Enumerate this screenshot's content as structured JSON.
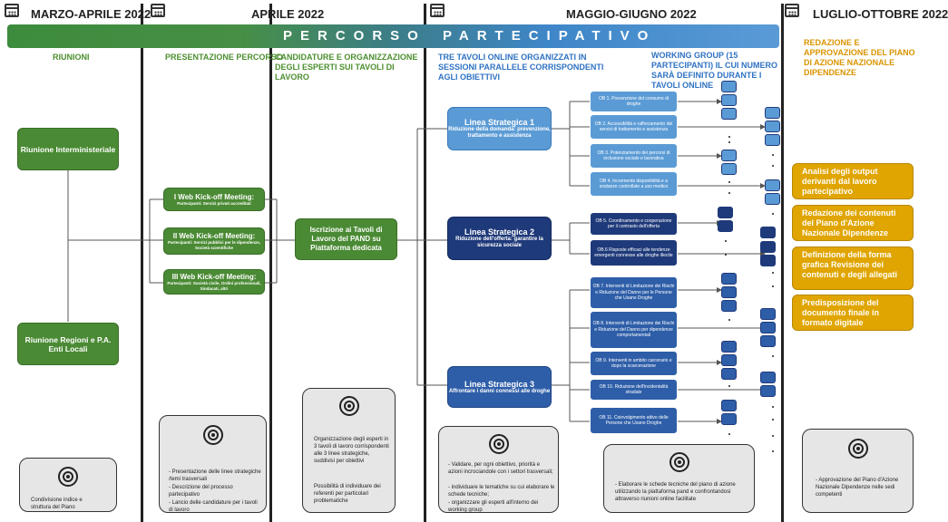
{
  "periods": [
    "MARZO-APRILE 2022",
    "APRILE 2022",
    "MAGGIO-GIUGNO 2022",
    "LUGLIO-OTTOBRE 2022"
  ],
  "banner": {
    "left": "PERCORSO",
    "right": "PARTECIPATIVO"
  },
  "columns": {
    "riunioni": "RIUNIONI",
    "presentazione": "PRESENTAZIONE PERCORSO",
    "candidature": "CANDIDATURE E ORGANIZZAZIONE DEGLI ESPERTI SUI TAVOLI DI LAVORO",
    "tavoli": "TRE TAVOLI ONLINE ORGANIZZATI IN SESSIONI PARALLELE CORRISPONDENTI AGLI OBIETTIVI",
    "working": "WORKING GROUP (15 PARTECIPANTI) IL CUI NUMERO SARÀ DEFINITO DURANTE I TAVOLI ONLINE",
    "redazione": "REDAZIONE E APPROVAZIONE DEL PIANO DI AZIONE NAZIONALE DIPENDENZE"
  },
  "riunioni": {
    "r1": "Riunione Interministeriale",
    "r2": "Riunione Regioni e P.A. Enti Locali"
  },
  "kickoff": [
    {
      "title": "I Web Kick-off Meeting:",
      "sub": "Partecipanti: Servizi privati accreditati"
    },
    {
      "title": "II Web Kick-off Meeting:",
      "sub": "Partecipanti: Servizi pubblici per le dipendenze, Società scientifiche"
    },
    {
      "title": "III Web Kick-off Meeting:",
      "sub": "Partecipanti: Società civile, Ordini professionali, Sindacati, altri"
    }
  ],
  "iscrizione": "Iscrizione ai Tavoli di Lavoro del PAND su Piattaforma dedicata",
  "linee": [
    {
      "title": "Linea Strategica 1",
      "sub": "Riduzione della domanda: prevenzione, trattamento e assistenza"
    },
    {
      "title": "Linea Strategica 2",
      "sub": "Riduzione dell'offerta: garantire la sicurezza sociale"
    },
    {
      "title": "Linea Strategica 3",
      "sub": "Affrontare i danni connessi alle droghe"
    }
  ],
  "obiettivi": [
    "OB 1. Prevenzione del consumo di droghe",
    "OB 2. Accessibilità e rafforzamento dei servizi di trattamento e assistenza",
    "OB 3. Potenziamento dei percorsi di inclusione sociale e lavorativa",
    "OB 4. Incremento disponibilità e a sostanze controllate a uso medico",
    "OB 5. Coordinamento e cooperazione per il contrasto dell'offerta",
    "OB.6 Risposte efficaci alle tendenze emergenti connesse alle droghe illecite",
    "OB 7. Interventi di Limitazione dei Rischi e Riduzione del Danno per le Persone che Usano Droghe",
    "OB 8. Interventi di Limitazione dei Rischi e Riduzione del Danno per dipendenze comportamentali",
    "OB 9. Interventi in ambito carcerario e dopo la scarcerazione",
    "OB 10. Riduzione dell'incidentalità stradale",
    "OB 11. Coinvolgimento attivo delle Persone che Usano Droghe"
  ],
  "redazione_boxes": [
    "Analisi degli output derivanti dal lavoro partecipativo",
    "Redazione dei contenuti del Piano d'Azione Nazionale Dipendenze",
    "Definizione della forma grafica Revisione dei contenuti e degli allegati",
    "Predisposizione del documento finale in formato digitale"
  ],
  "notes": {
    "n1": [
      "Condivisione indice e",
      "struttura del Piano"
    ],
    "n2": [
      "- Presentazione delle linee strategiche /temi trasversali",
      "- Descrizione del processo partecipativo",
      "- Lancio delle candidature per i tavoli di lavoro"
    ],
    "n3": [
      "Organizzazione degli esperti in 3 tavoli di lavoro corrispondenti alle 3 linee strategiche, suddivisi per obiettivi",
      "Possibilità di individuare dei referenti per particolari problematiche"
    ],
    "n4": [
      "- Validare, per ogni obiettivo, priorità e azioni incrociandole con i settori trasversali;",
      "- individuare le tematiche su cui elaborare le schede tecniche;",
      "- organizzare gli esperti all'interno dei working group"
    ],
    "n5": [
      "- Elaborare le schede tecniche del piano di azione utilizzando la piattaforma pand e confrontandosi attraverso riunioni online facilitate"
    ],
    "n6": [
      "- Approvazione del Piano d'Azione Nazionale Dipendenze nelle sedi competenti"
    ]
  },
  "colors": {
    "green": "#4a8a34",
    "blue_light": "#5b9bd5",
    "blue_dark": "#1f3a7a",
    "blue_mid": "#2e5ea8",
    "orange": "#e0a500"
  }
}
